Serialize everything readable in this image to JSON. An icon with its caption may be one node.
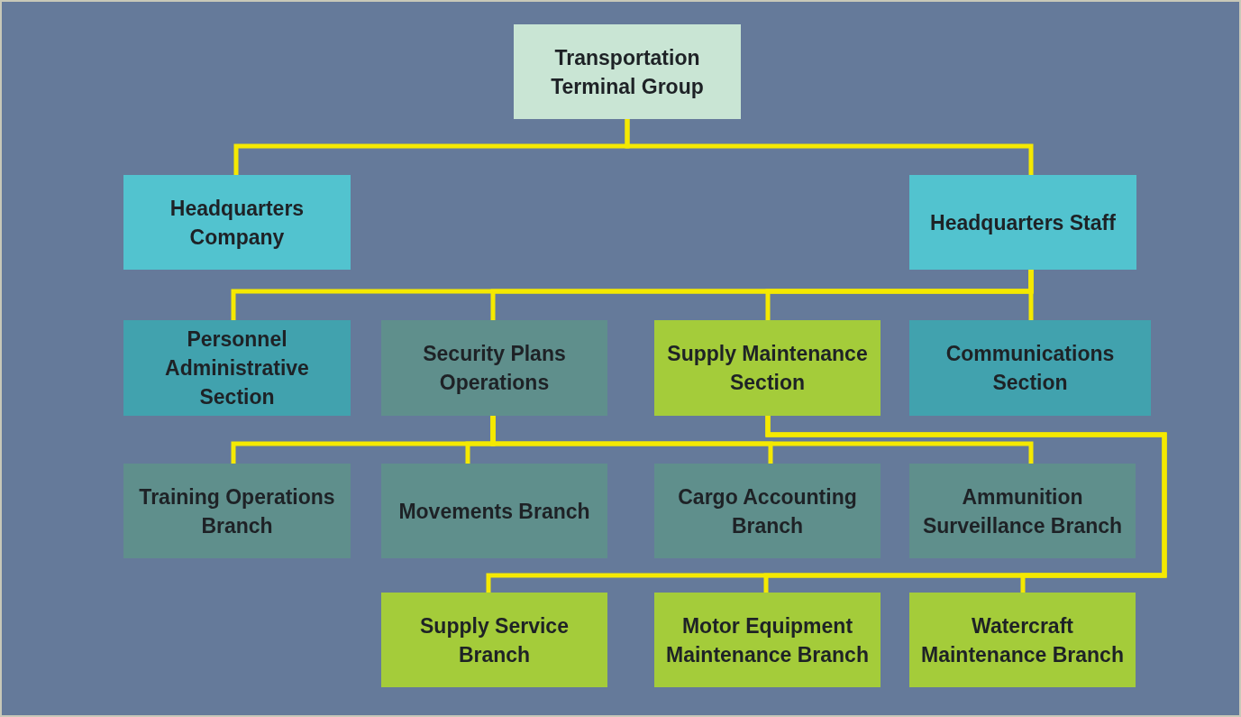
{
  "diagram": {
    "nodes": [
      {
        "text": [
          "Transportation Terminal Group"
        ]
      },
      {
        "text": [
          "Headquarters Company"
        ]
      },
      {
        "text": [
          "Headquarters Staff"
        ]
      },
      {
        "text": [
          "Personnel Administrative Section"
        ]
      },
      {
        "text": [
          "Security Plans Operations"
        ]
      },
      {
        "text": [
          "Supply Maintenance Section"
        ]
      },
      {
        "text": [
          "Communications Section"
        ]
      },
      {
        "text": [
          "Training Operations Branch"
        ]
      },
      {
        "text": [
          "Movements Branch"
        ]
      },
      {
        "text": [
          "Cargo Accounting Branch"
        ]
      },
      {
        "text": [
          "Ammunition Surveillance Branch"
        ]
      },
      {
        "text": [
          "Supply Service Branch"
        ]
      },
      {
        "text": [
          "Motor Equipment Maintenance Branch"
        ]
      },
      {
        "text": [
          "Watercraft Maintenance Branch"
        ]
      }
    ],
    "edges": [
      {
        "from": 0,
        "to": 1,
        "arrow": "none"
      },
      {
        "from": 0,
        "to": 2,
        "arrow": "none"
      },
      {
        "from": 2,
        "to": 3,
        "arrow": "none"
      },
      {
        "from": 2,
        "to": 4,
        "arrow": "none"
      },
      {
        "from": 2,
        "to": 5,
        "arrow": "none"
      },
      {
        "from": 2,
        "to": 6,
        "arrow": "none"
      },
      {
        "from": 4,
        "to": 7,
        "arrow": "none"
      },
      {
        "from": 4,
        "to": 8,
        "arrow": "none"
      },
      {
        "from": 4,
        "to": 9,
        "arrow": "none"
      },
      {
        "from": 4,
        "to": 10,
        "arrow": "none"
      },
      {
        "from": 5,
        "to": 11,
        "arrow": "none"
      },
      {
        "from": 5,
        "to": 12,
        "arrow": "none"
      },
      {
        "from": 5,
        "to": 13,
        "arrow": "none"
      }
    ]
  }
}
